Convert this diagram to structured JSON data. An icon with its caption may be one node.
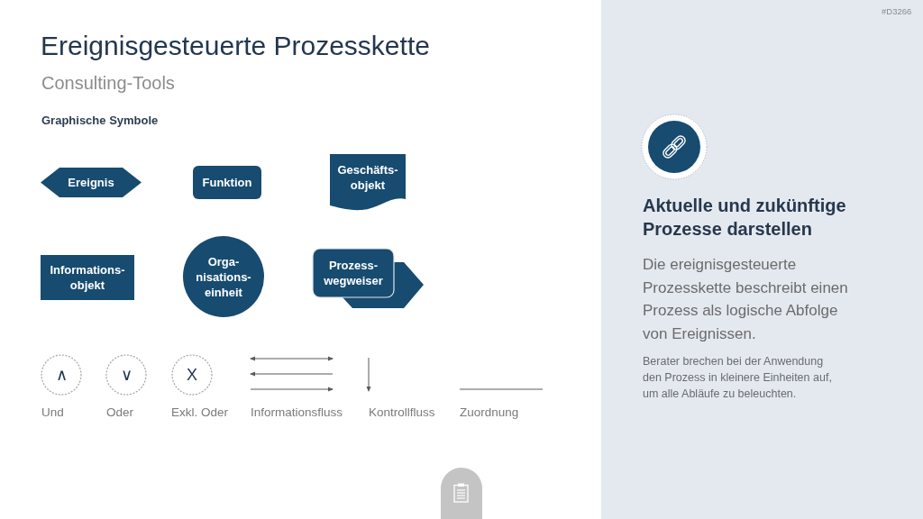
{
  "diagram": {
    "title": "Ereignisgesteuerte Prozesskette",
    "nodes": [
      {
        "text": [
          "Ereignis"
        ]
      },
      {
        "text": [
          "Funktion"
        ]
      },
      {
        "text": [
          "Geschäfts- objekt"
        ]
      },
      {
        "text": [
          "Informations- objekt"
        ]
      },
      {
        "text": [
          "Orga- nisations- einheit"
        ]
      },
      {
        "text": [
          "Prozess- wegweiser"
        ]
      },
      {
        "text": [
          "∧"
        ],
        "beside": [
          "Und"
        ]
      },
      {
        "text": [
          "∨"
        ],
        "beside": [
          "Oder"
        ]
      },
      {
        "text": [
          "X"
        ],
        "beside": [
          "Exkl. Oder"
        ]
      }
    ],
    "labels": [
      "#D3266",
      "Consulting-Tools",
      "Graphische Symbole",
      "Aktuelle und zukünftige Prozesse darstellen",
      "Die ereignisgesteuerte Prozesskette beschreibt einen Prozess als logische Abfolge von Ereignissen.",
      "Berater brechen bei der Anwendung den Prozess in kleinere Einheiten auf, um alle Abläufe zu beleuchten."
    ],
    "legend": [
      {
        "text": "Informationsfluss"
      },
      {
        "text": "Kontrollfluss"
      },
      {
        "text": "Zuordnung"
      }
    ]
  }
}
